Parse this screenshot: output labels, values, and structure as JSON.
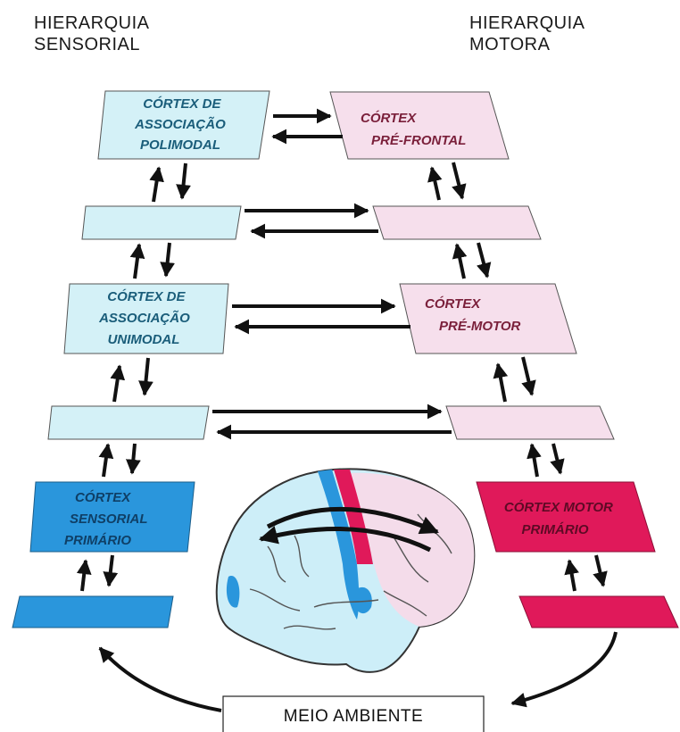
{
  "headers": {
    "sensory": [
      "HIERARQUIA",
      "SENSORIAL"
    ],
    "motor": [
      "HIERARQUIA",
      "MOTORA"
    ]
  },
  "nodes": {
    "polimodal": [
      "CÓRTEX DE",
      "ASSOCIAÇÃO",
      "POLIMODAL"
    ],
    "prefrontal": [
      "CÓRTEX",
      "PRÉ-FRONTAL"
    ],
    "unimodal": [
      "CÓRTEX DE",
      "ASSOCIAÇÃO",
      "UNIMODAL"
    ],
    "premotor": [
      "CÓRTEX",
      "PRÉ-MOTOR"
    ],
    "sensorial_primario": [
      "CÓRTEX",
      "SENSORIAL",
      "PRIMÁRIO"
    ],
    "motor_primario": [
      "CÓRTEX MOTOR",
      "PRIMÁRIO"
    ]
  },
  "environment": "MEIO AMBIENTE",
  "colors": {
    "sensory_light": "#d4f1f7",
    "sensory_primary": "#2a96dc",
    "motor_light": "#f6dfec",
    "motor_primary": "#e0195a",
    "sensory_text": "#1a5d7a",
    "motor_text": "#7a1f3a",
    "arrow": "#111111"
  }
}
